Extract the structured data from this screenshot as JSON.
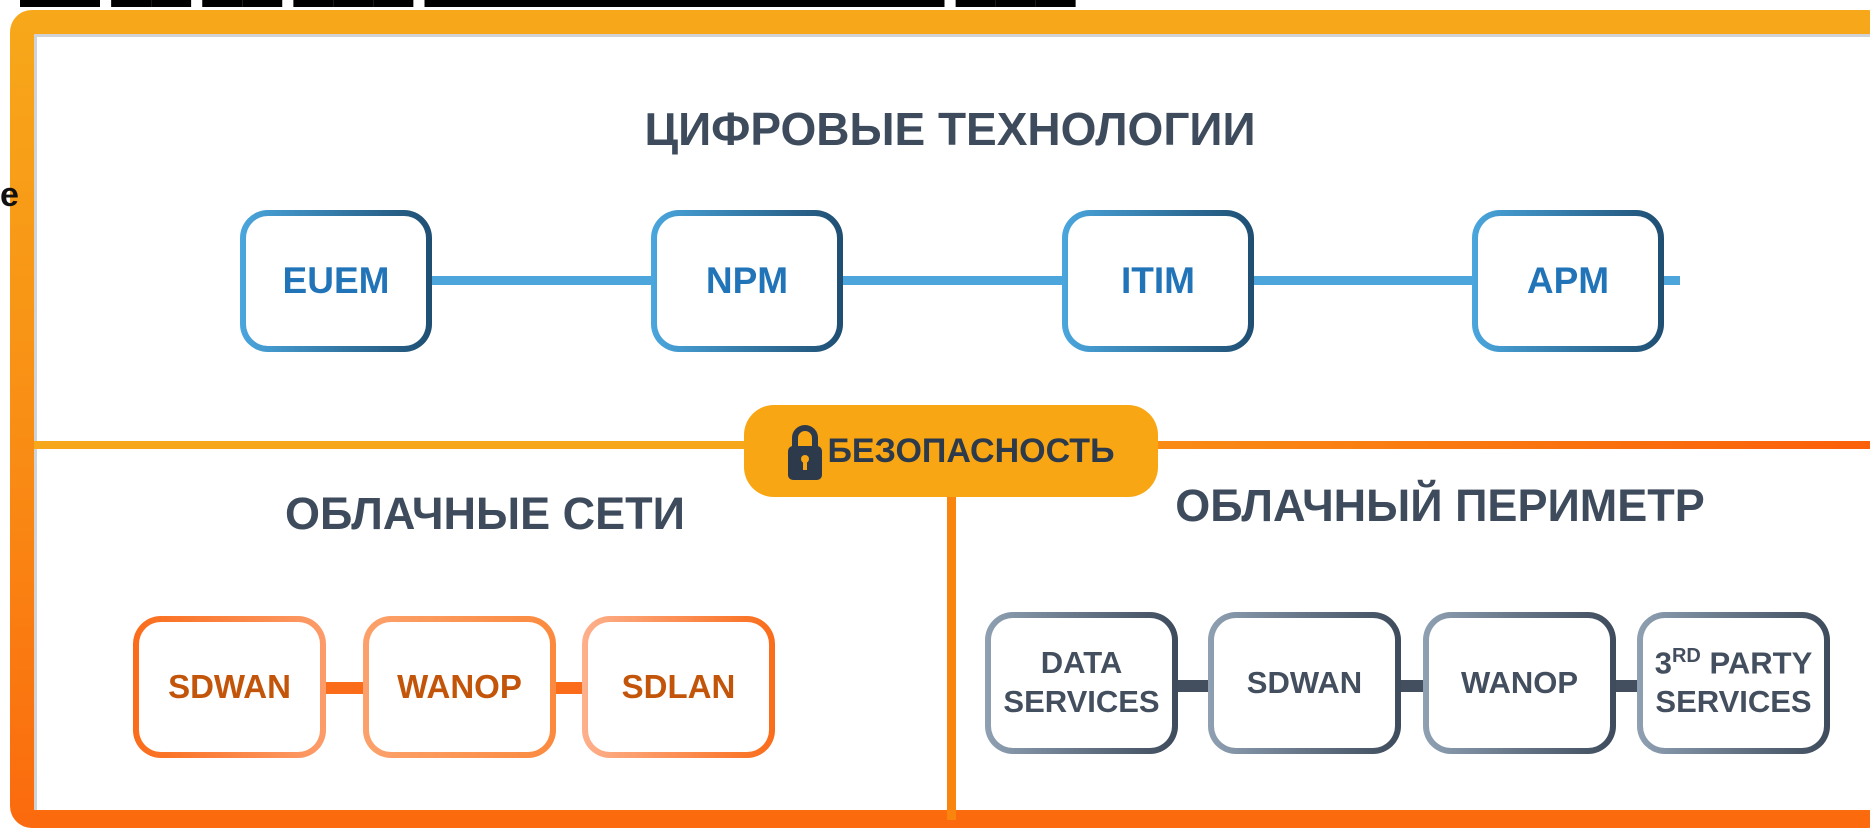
{
  "top_cut_text": "▬▬ ▬▬ ▬▬ ▬▬▬ ▬▬▬▬▬▬▬▬▬▬▬▬▬ ▬▬▬",
  "stray_letter": "e",
  "digital": {
    "title": "ЦИФРОВЫЕ ТЕХНОЛОГИИ",
    "nodes": [
      "EUEM",
      "NPM",
      "ITIM",
      "APM"
    ]
  },
  "security": {
    "label": "БЕЗОПАСНОСТЬ",
    "icon": "lock-icon"
  },
  "cloud_networks": {
    "title": "ОБЛАЧНЫЕ СЕТИ",
    "nodes": [
      "SDWAN",
      "WANOP",
      "SDLAN"
    ]
  },
  "cloud_perimeter": {
    "title": "ОБЛАЧНЫЙ ПЕРИМЕТР",
    "nodes": [
      {
        "line1": "DATA",
        "line2": "SERVICES"
      },
      {
        "line1": "SDWAN"
      },
      {
        "line1": "WANOP"
      },
      {
        "num": "3",
        "sup": "RD",
        "line1_rest": " PARTY",
        "line2": "SERVICES"
      }
    ]
  },
  "colors": {
    "frame_orange": "#f98c14",
    "badge_yellow": "#f8a614",
    "digital_blue": "#2274b8",
    "network_orange": "#c3550a",
    "perimeter_gray": "#434f5e",
    "heading_gray": "#3d4b5c"
  }
}
